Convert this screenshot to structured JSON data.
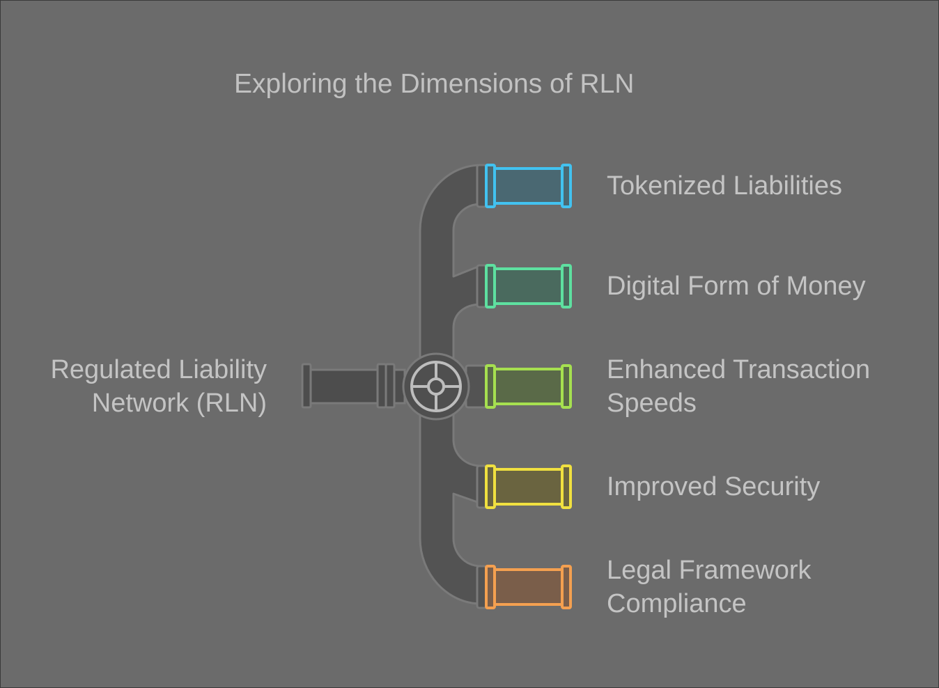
{
  "title": "Exploring the Dimensions of RLN",
  "source": {
    "line1": "Regulated Liability",
    "line2": "Network (RLN)"
  },
  "branches": [
    {
      "line1": "Tokenized Liabilities",
      "line2": "",
      "color": "#42c2f0",
      "fill": "#4a6872"
    },
    {
      "line1": "Digital Form of Money",
      "line2": "",
      "color": "#5ee0a0",
      "fill": "#4a6a5e"
    },
    {
      "line1": "Enhanced Transaction",
      "line2": "Speeds",
      "color": "#a6e050",
      "fill": "#5a6a48"
    },
    {
      "line1": "Improved Security",
      "line2": "",
      "color": "#f0e040",
      "fill": "#6a6440"
    },
    {
      "line1": "Legal Framework",
      "line2": "Compliance",
      "color": "#f4a050",
      "fill": "#7a5e4a"
    }
  ]
}
